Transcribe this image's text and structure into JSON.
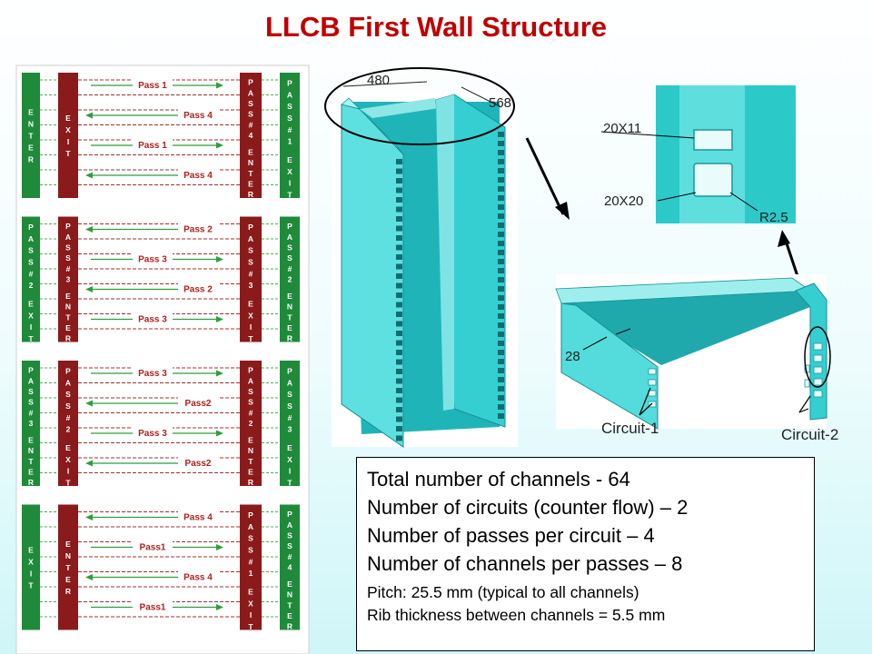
{
  "title": "LLCB First Wall Structure",
  "flow_diagram": {
    "bars": {
      "left_green": [
        "ENTER",
        "PASS#2 EXIT",
        "PASS#3 ENTER",
        "EXIT"
      ],
      "left_red": [
        "EXIT",
        "PASS#3 ENTER",
        "PASS#2 EXIT",
        "ENTER"
      ],
      "mid_red": [
        "PASS#4 ENTER",
        "PASS#3 EXIT",
        "PASS#2 ENTER",
        "PASS#1 EXIT"
      ],
      "right_green": [
        "PASS#1 EXIT",
        "PASS#2 ENTER",
        "PASS#3 EXIT",
        "PASS#4 ENTER"
      ]
    },
    "pass_arrows": [
      {
        "label": "Pass 1",
        "dir": "right"
      },
      {
        "label": "Pass 4",
        "dir": "left"
      },
      {
        "label": "Pass 1",
        "dir": "right"
      },
      {
        "label": "Pass 4",
        "dir": "left"
      },
      {
        "label": "Pass 2",
        "dir": "left"
      },
      {
        "label": "Pass 3",
        "dir": "right"
      },
      {
        "label": "Pass 2",
        "dir": "left"
      },
      {
        "label": "Pass 3",
        "dir": "right"
      },
      {
        "label": "Pass 3",
        "dir": "right"
      },
      {
        "label": "Pass2",
        "dir": "left"
      },
      {
        "label": "Pass 3",
        "dir": "right"
      },
      {
        "label": "Pass2",
        "dir": "left"
      },
      {
        "label": "Pass 4",
        "dir": "left"
      },
      {
        "label": "Pass1",
        "dir": "right"
      },
      {
        "label": "Pass 4",
        "dir": "left"
      },
      {
        "label": "Pass1",
        "dir": "right"
      }
    ]
  },
  "dimensions": {
    "width": "480",
    "depth": "568",
    "channel_small": "20X11",
    "channel_large": "20X20",
    "radius": "R2.5",
    "thickness": "28"
  },
  "circuits": {
    "circuit1": "Circuit-1",
    "circuit2": "Circuit-2"
  },
  "info": {
    "line1": "Total number of channels - 64",
    "line2": "Number of circuits (counter flow) – 2",
    "line3": "Number of passes per circuit – 4",
    "line4": "Number of channels per passes – 8",
    "line5": "Pitch: 25.5 mm (typical to all channels)",
    "line6": "Rib thickness between channels =  5.5 mm"
  },
  "colors": {
    "title": "#c00000",
    "green_bar": "#1f8a3a",
    "red_bar": "#8b1a1a",
    "cad_cyan": "#2cc9c9",
    "arrow": "#2e9e3e"
  }
}
